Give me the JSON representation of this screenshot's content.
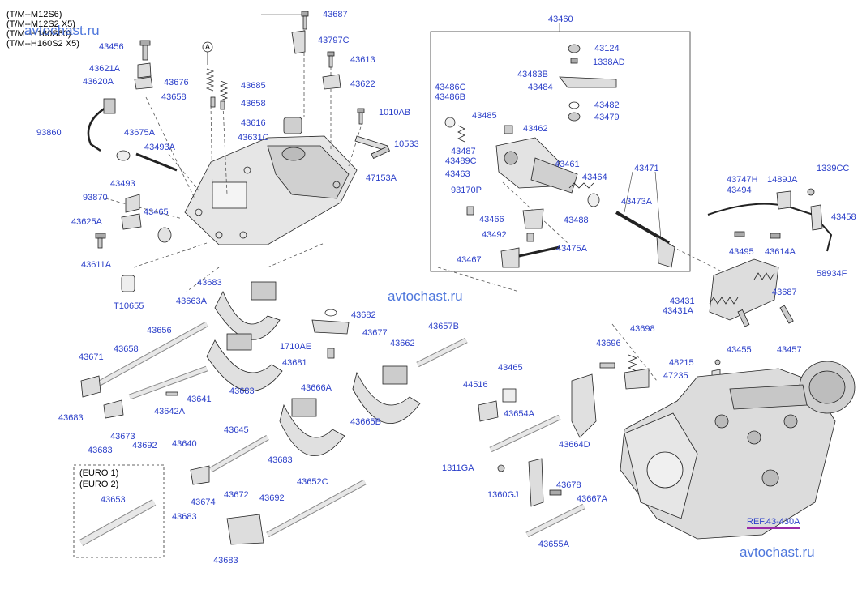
{
  "models": [
    "(T/M--M12S6)",
    "(T/M--M12S2 X5)",
    "(T/M--H160S60)",
    "(T/M--H160S2 X5)"
  ],
  "watermark": "avtochast.ru",
  "euro": [
    "(EURO 1)",
    "(EURO 2)"
  ],
  "reference": "REF.43-430A",
  "labels": {
    "l43456": "43456",
    "l43621A": "43621A",
    "l43620A": "43620A",
    "l43676": "43676",
    "l43658a": "43658",
    "l43685": "43685",
    "l43658b": "43658",
    "l43687a": "43687",
    "l43797C": "43797C",
    "l43613": "43613",
    "l43622": "43622",
    "l1010AB": "1010AB",
    "l10533": "10533",
    "l47153A": "47153A",
    "l43616": "43616",
    "l43631C": "43631C",
    "l93860": "93860",
    "l43675A": "43675A",
    "l43493A": "43493A",
    "l43493": "43493",
    "l93870": "93870",
    "l43625A": "43625A",
    "l43465a": "43465",
    "l43611A": "43611A",
    "lT10655": "T10655",
    "l43460": "43460",
    "l43124": "43124",
    "l1338AD": "1338AD",
    "l43483B": "43483B",
    "l43484": "43484",
    "l43482": "43482",
    "l43479": "43479",
    "l43486C": "43486C",
    "l43486B": "43486B",
    "l43485": "43485",
    "l43462": "43462",
    "l43487": "43487",
    "l43489C": "43489C",
    "l43463": "43463",
    "l43461": "43461",
    "l43464": "43464",
    "l43471": "43471",
    "l93170P": "93170P",
    "l43473A": "43473A",
    "l43488": "43488",
    "l43466": "43466",
    "l43492": "43492",
    "l43475A": "43475A",
    "l43467": "43467",
    "l43747H": "43747H",
    "l1489JA": "1489JA",
    "l1339CC": "1339CC",
    "l43494": "43494",
    "l43458": "43458",
    "l43495": "43495",
    "l43614A": "43614A",
    "l58934F": "58934F",
    "l43687b": "43687",
    "l43431": "43431",
    "l43431A": "43431A",
    "l43455": "43455",
    "l43457": "43457",
    "l43683a": "43683",
    "l43663A": "43663A",
    "l43682": "43682",
    "l43677": "43677",
    "l43656": "43656",
    "l1710AE": "1710AE",
    "l43681": "43681",
    "l43657B": "43657B",
    "l43662": "43662",
    "l43671": "43671",
    "l43658c": "43658",
    "l43683b": "43683",
    "l43666A": "43666A",
    "l43641": "43641",
    "l43683c": "43683",
    "l43642A": "43642A",
    "l43673": "43673",
    "l43683d": "43683",
    "l43692a": "43692",
    "l43640": "43640",
    "l43665B": "43665B",
    "l43645": "43645",
    "l43683e": "43683",
    "l43653": "43653",
    "l43672": "43672",
    "l43692b": "43692",
    "l43652C": "43652C",
    "l43674": "43674",
    "l43683f": "43683",
    "l43683g": "43683",
    "l43465b": "43465",
    "l44516": "44516",
    "l43654A": "43654A",
    "l43664D": "43664D",
    "l1311GA": "1311GA",
    "l43678": "43678",
    "l1360GJ": "1360GJ",
    "l43667A": "43667A",
    "l43655A": "43655A",
    "l43696": "43696",
    "l43698": "43698",
    "l48215": "48215",
    "l47235": "47235",
    "circleA": "A"
  }
}
